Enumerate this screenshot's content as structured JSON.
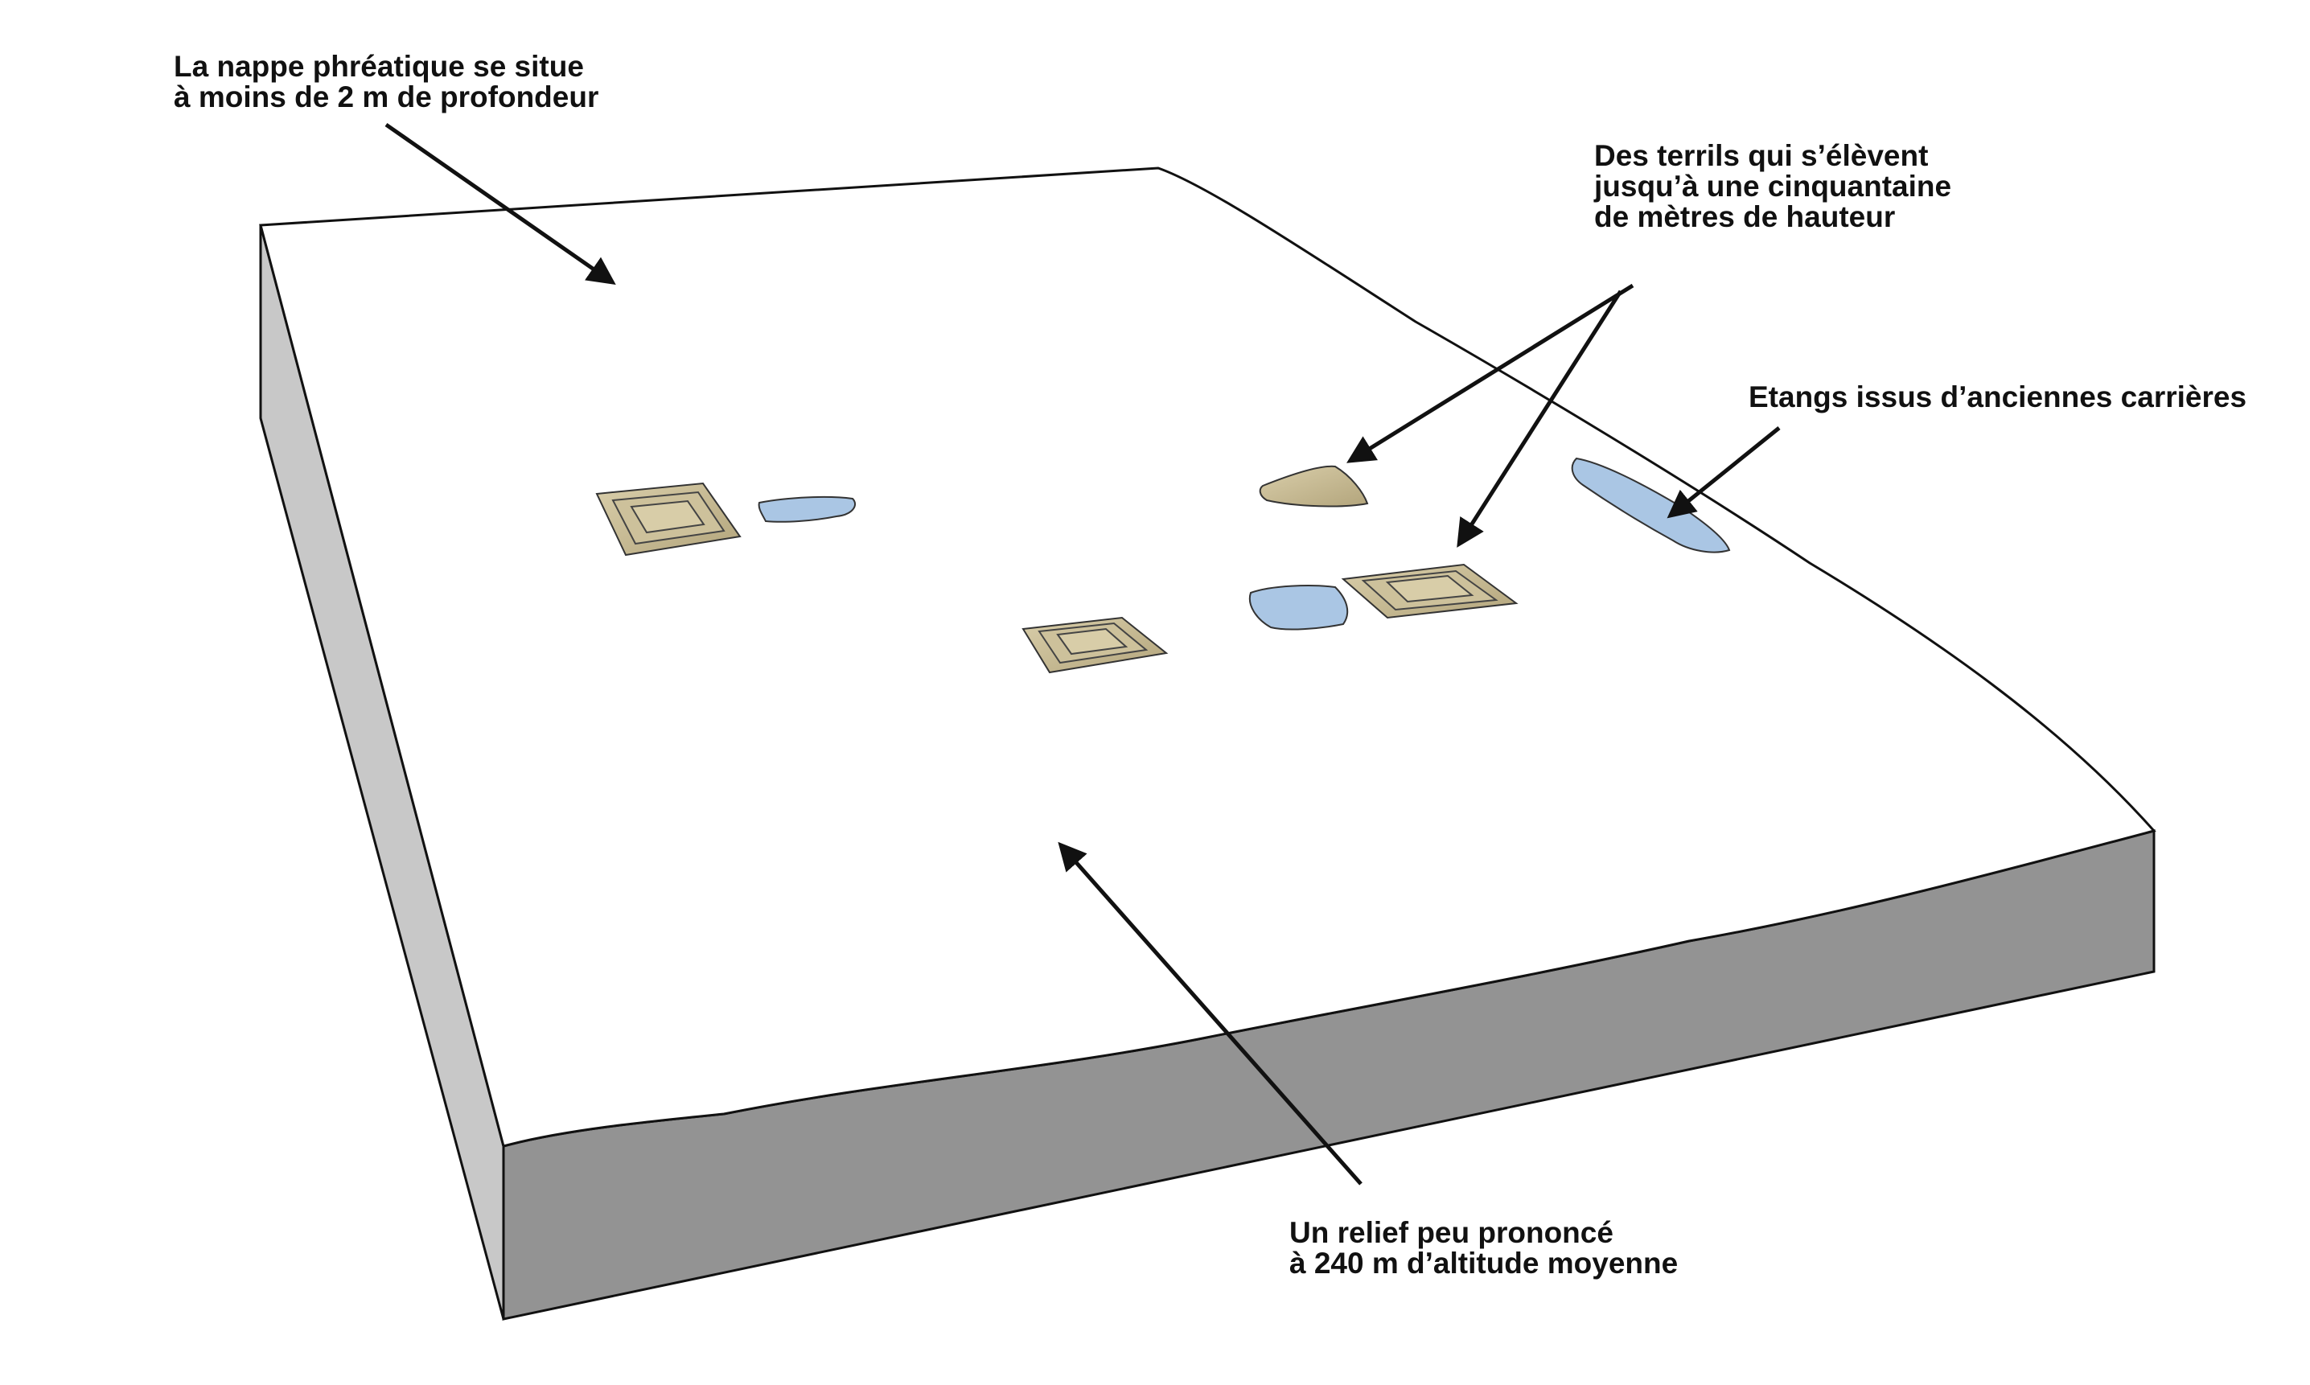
{
  "annotations": {
    "water_table": {
      "line1": "La nappe phréatique se situe",
      "line2": "à moins de 2 m de profondeur"
    },
    "slag_heaps": {
      "line1": "Des terrils qui s’élèvent",
      "line2": "jusqu’à une cinquantaine",
      "line3": "de mètres de hauteur"
    },
    "ponds": {
      "line1": "Etangs issus d’anciennes carrières"
    },
    "relief": {
      "line1": "Un relief peu prononcé",
      "line2": "à 240 m d’altitude moyenne"
    }
  },
  "colors": {
    "top_surface": "#ffffff",
    "left_side": "#c8c8c8",
    "front_side": "#939393",
    "outline": "#111111",
    "slag_heap": "#c9bc92",
    "slag_heap_shadow": "#a89a70",
    "pond": "#aac6e4",
    "arrow": "#111111"
  }
}
